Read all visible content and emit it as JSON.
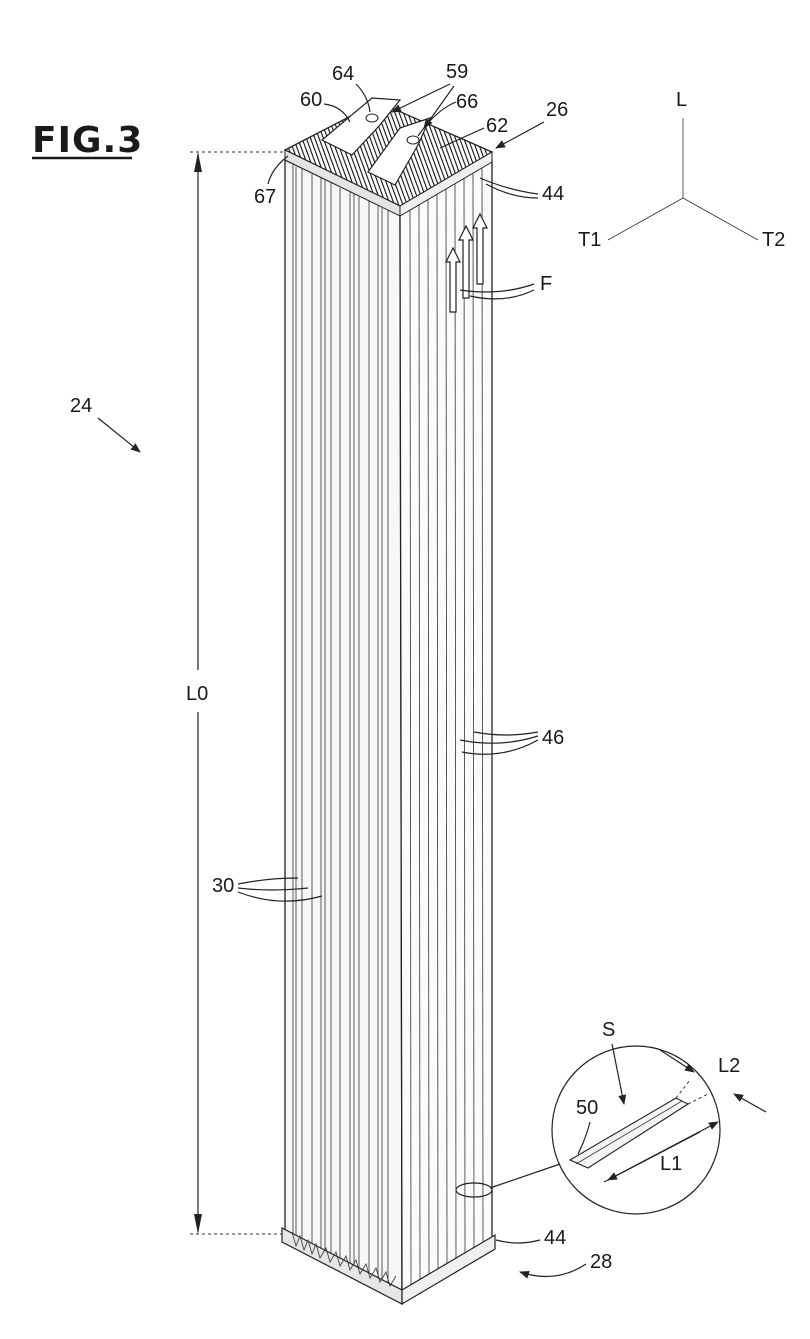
{
  "figure": {
    "title": "FIG.3",
    "labels": {
      "ref_24": "24",
      "ref_26": "26",
      "ref_28": "28",
      "ref_30": "30",
      "ref_44_top": "44",
      "ref_44_bottom": "44",
      "ref_46": "46",
      "ref_50": "50",
      "ref_59": "59",
      "ref_60": "60",
      "ref_62": "62",
      "ref_64": "64",
      "ref_66": "66",
      "ref_67": "67",
      "flow": "F",
      "length_total": "L0",
      "detail": "S",
      "length_1": "L1",
      "length_2": "L2"
    },
    "axes": {
      "longitudinal": "L",
      "transverse_1": "T1",
      "transverse_2": "T2"
    }
  }
}
